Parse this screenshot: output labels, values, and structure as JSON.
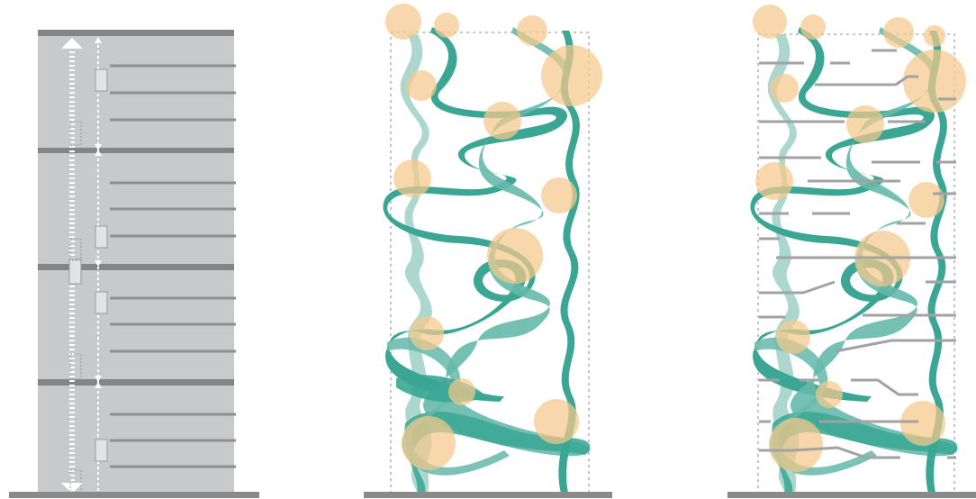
{
  "figure": {
    "panels": [
      {
        "id": "conventional",
        "floors": 4,
        "features": [
          "slab-lines",
          "stair-arrows",
          "elevator-boxes"
        ]
      },
      {
        "id": "ribbon",
        "features": [
          "ribbon-strands",
          "circles",
          "dashed-envelope"
        ]
      },
      {
        "id": "hybrid",
        "features": [
          "ribbon-strands",
          "circles",
          "dashed-envelope",
          "slab-segments"
        ]
      }
    ],
    "colors": {
      "building_fill": "#c8c9cb",
      "slab_dark": "#858585",
      "slab_line": "#8f8f8f",
      "arrow": "#ffffff",
      "ribbon_dark": "#3aa693",
      "ribbon_mid": "#65b9aa",
      "ribbon_light": "#96cdc2",
      "circle": "#f5c98b",
      "ground": "#8a8a8a",
      "dashed": "#b5b5b5"
    }
  }
}
